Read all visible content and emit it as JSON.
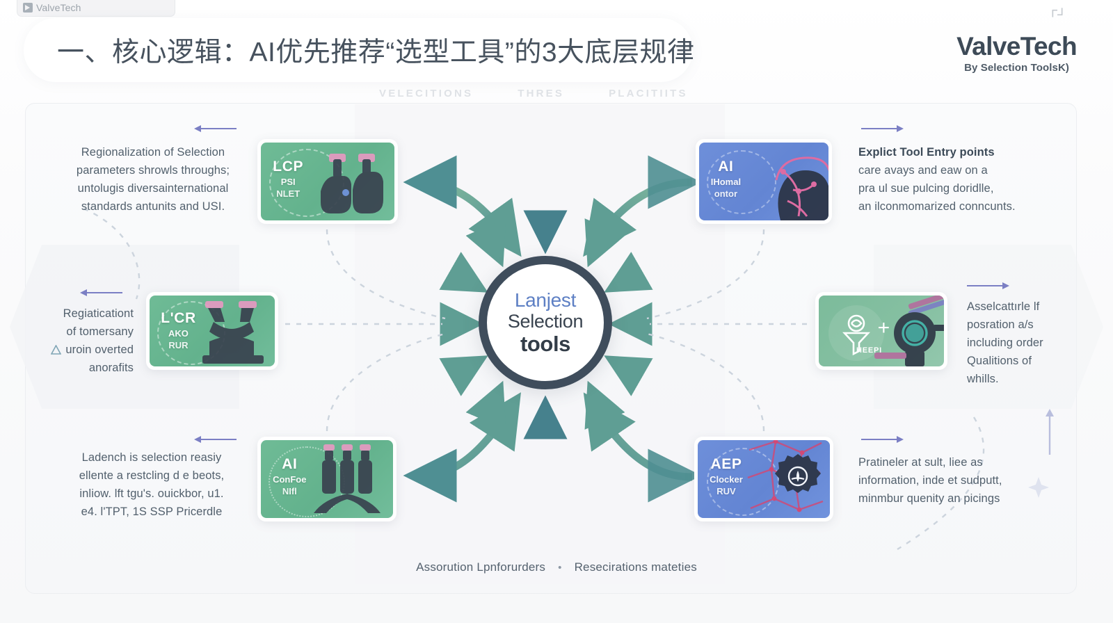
{
  "browser_tab": {
    "label": "ValveTech",
    "favicon": "valve-favicon"
  },
  "header": {
    "title": "一、核心逻辑：AI优先推荐“选型工具”的3大底层规律",
    "brand_name": "ValveTech",
    "brand_tagline": "By Selection ToolsK)",
    "share_icon": "share-icon"
  },
  "section_heads": [
    "VELECITIONS",
    "THRES",
    "PLACITIITS"
  ],
  "hub": {
    "line1": "Lanjest",
    "line2": "Selection",
    "line3": "tools"
  },
  "cards": [
    {
      "id": "card-top-left",
      "theme": "green",
      "cap1": "LCP",
      "cap2": "PSI",
      "cap3": "NLET",
      "art": "valve-gloves-illustration"
    },
    {
      "id": "card-top-right",
      "theme": "blue",
      "cap1": "AI",
      "cap2": "IHomal",
      "cap3": "ontor",
      "art": "ai-head-network-illustration"
    },
    {
      "id": "card-mid-left",
      "theme": "green",
      "cap1": "L'CR",
      "cap2": "AKO",
      "cap3": "RUR",
      "art": "manifold-valve-illustration"
    },
    {
      "id": "card-mid-right",
      "theme": "green2",
      "cap1": "HEEPI",
      "cap2": "+",
      "cap3": "",
      "art": "filter-plus-valve-illustration"
    },
    {
      "id": "card-bottom-left",
      "theme": "green",
      "cap1": "AI",
      "cap2": "ConFoe",
      "cap3": "NIfl",
      "art": "cylinder-bank-illustration"
    },
    {
      "id": "card-bottom-right",
      "theme": "blue",
      "cap1": "AEP",
      "cap2": "Clocker",
      "cap3": "RUV",
      "art": "gear-network-illustration"
    }
  ],
  "text_blocks": {
    "top_left": {
      "lines": [
        "Regionalization of Selection",
        "parameters shrowls throughs;",
        "untolugis diversainternational",
        "standards antunits and USI."
      ]
    },
    "top_right": {
      "heading": "Explict Tool Entry points",
      "lines": [
        "care avays and eaw on a",
        "pra ul sue pulcing doridlle,",
        "an ilconmomarized conncunts."
      ]
    },
    "mid_left": {
      "lines": [
        "Regiaticationt",
        "of tomersany",
        "uroin overted",
        "anorafits"
      ],
      "bullet_icon": "warning-triangle-icon"
    },
    "mid_right": {
      "lines": [
        "Asselcattırle lf",
        "posration a/s",
        "including order",
        "Qualitions of",
        "whills."
      ]
    },
    "bottom_left": {
      "lines": [
        "Ladench is selection reasiy",
        "ellente a restcling d e beots,",
        "inliow. lft tgu's. ouickbor, u1.",
        "e4. l'TPT, 1S SSP Pricerdle"
      ]
    },
    "bottom_right": {
      "lines": [
        "Pratineler at sult, liee as",
        "information, inde et sudputt,",
        "minmbur quenity an picings"
      ]
    }
  },
  "footer": {
    "left": "Assorution Lpnforurders",
    "separator": "•",
    "right": "Resecirations mateties"
  },
  "colors": {
    "hub_ring": "#3f4d5c",
    "hub_accent": "#5e80c4",
    "card_green": "#66b490",
    "card_blue": "#6789d6",
    "arrow_purple": "#7b7fc4",
    "arrow_teal": "#4f8f93",
    "text": "#52606d",
    "faint_head": "#dfe2e6"
  }
}
